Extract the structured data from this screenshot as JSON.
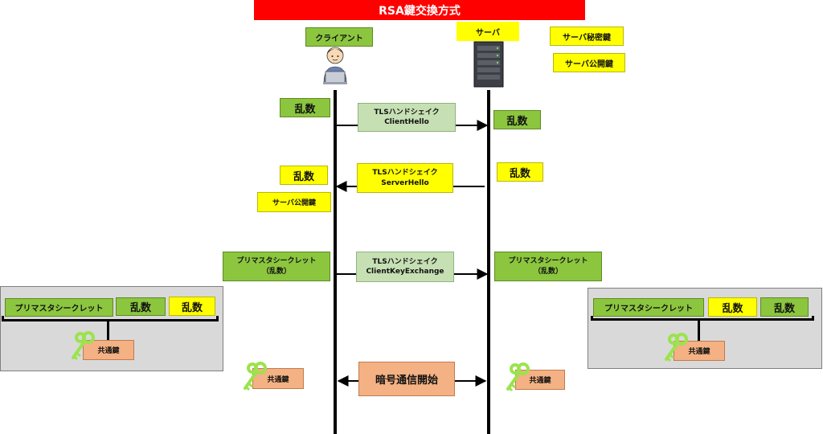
{
  "title": "RSA鍵交換方式",
  "actors": {
    "client": "クライアント",
    "server": "サーバ"
  },
  "server_keys": {
    "private": "サーバ秘密鍵",
    "public": "サーバ公開鍵"
  },
  "client_side": {
    "random1": "乱数",
    "random2": "乱数",
    "server_public_key": "サーバ公開鍵",
    "premaster_line1": "プリマスタシークレット",
    "premaster_line2": "（乱数）",
    "common_key": "共通鍵"
  },
  "server_side": {
    "random1": "乱数",
    "random2": "乱数",
    "premaster_line1": "プリマスタシークレット",
    "premaster_line2": "（乱数）",
    "common_key": "共通鍵"
  },
  "messages": [
    {
      "line1": "TLSハンドシェイク",
      "line2": "ClientHello"
    },
    {
      "line1": "TLSハンドシェイク",
      "line2": "ServerHello"
    },
    {
      "line1": "TLSハンドシェイク",
      "line2": "ClientKeyExchange"
    },
    {
      "line1": "暗号通信開始"
    }
  ],
  "left_panel": {
    "premaster": "プリマスタシークレット",
    "random_a": "乱数",
    "random_b": "乱数",
    "common_key": "共通鍵"
  },
  "right_panel": {
    "premaster": "プリマスタシークレット",
    "random_a": "乱数",
    "random_b": "乱数",
    "common_key": "共通鍵"
  },
  "colors": {
    "title_bg": "#ff0000",
    "green": "#8cc63f",
    "yellow": "#ffff00",
    "light_green": "#c6e0b4",
    "orange": "#f4b183",
    "panel_gray": "#d9d9d9",
    "key_icon": "#9be34d"
  },
  "icons": {
    "client": "person-with-laptop-icon",
    "server": "server-rack-icon",
    "key": "key-icon"
  }
}
